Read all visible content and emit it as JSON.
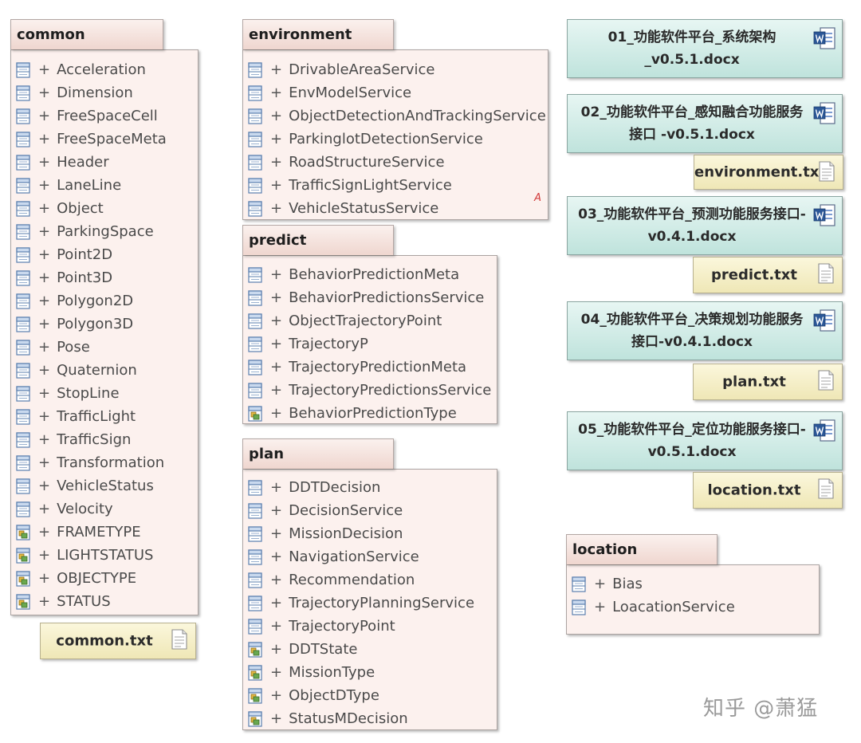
{
  "packages": {
    "common": {
      "title": "common",
      "items": [
        "Acceleration",
        "Dimension",
        "FreeSpaceCell",
        "FreeSpaceMeta",
        "Header",
        "LaneLine",
        "Object",
        "ParkingSpace",
        "Point2D",
        "Point3D",
        "Polygon2D",
        "Polygon3D",
        "Pose",
        "Quaternion",
        "StopLine",
        "TrafficLight",
        "TrafficSign",
        "Transformation",
        "VehicleStatus",
        "Velocity",
        "FRAMETYPE",
        "LIGHTSTATUS",
        "OBJECTYPE",
        "STATUS"
      ],
      "enum_count": 4
    },
    "environment": {
      "title": "environment",
      "items": [
        "DrivableAreaService",
        "EnvModelService",
        "ObjectDetectionAndTrackingService",
        "ParkinglotDetectionService",
        "RoadStructureService",
        "TrafficSignLightService",
        "VehicleStatusService"
      ],
      "enum_count": 0,
      "mark": "A"
    },
    "predict": {
      "title": "predict",
      "items": [
        "BehaviorPredictionMeta",
        "BehaviorPredictionsService",
        "ObjectTrajectoryPoint",
        "TrajectoryP",
        "TrajectoryPredictionMeta",
        "TrajectoryPredictionsService",
        "BehaviorPredictionType"
      ],
      "enum_count": 1
    },
    "plan": {
      "title": "plan",
      "items": [
        "DDTDecision",
        "DecisionService",
        "MissionDecision",
        "NavigationService",
        "Recommendation",
        "TrajectoryPlanningService",
        "TrajectoryPoint",
        "DDTState",
        "MissionType",
        "ObjectDType",
        "StatusMDecision"
      ],
      "enum_count": 4
    },
    "location": {
      "title": "location",
      "items": [
        "Bias",
        "LoacationService"
      ],
      "enum_count": 0
    }
  },
  "item_prefix": "+",
  "docs": [
    {
      "text": "01_功能软件平台_系统架构_v0.5.1.docx"
    },
    {
      "text": "02_功能软件平台_感知融合功能服务接口 -v0.5.1.docx"
    },
    {
      "text": "03_功能软件平台_预测功能服务接口-v0.4.1.docx"
    },
    {
      "text": "04_功能软件平台_决策规划功能服务接口-v0.4.1.docx"
    },
    {
      "text": "05_功能软件平台_定位功能服务接口-v0.5.1.docx"
    }
  ],
  "notes": [
    "common.txt",
    "environment.txt",
    "predict.txt",
    "plan.txt",
    "location.txt"
  ],
  "watermark": "知乎 @萧猛",
  "icons": {
    "class": "class-icon",
    "enum": "enumeration-icon",
    "doc": "word-document-icon",
    "note": "text-file-icon"
  },
  "colors": {
    "package_fill": "#fcf1ee",
    "package_tab": "#efd6cf",
    "doc_fill": "#c9e8e1",
    "note_fill": "#f3edc4",
    "text": "#4a4a4a"
  }
}
